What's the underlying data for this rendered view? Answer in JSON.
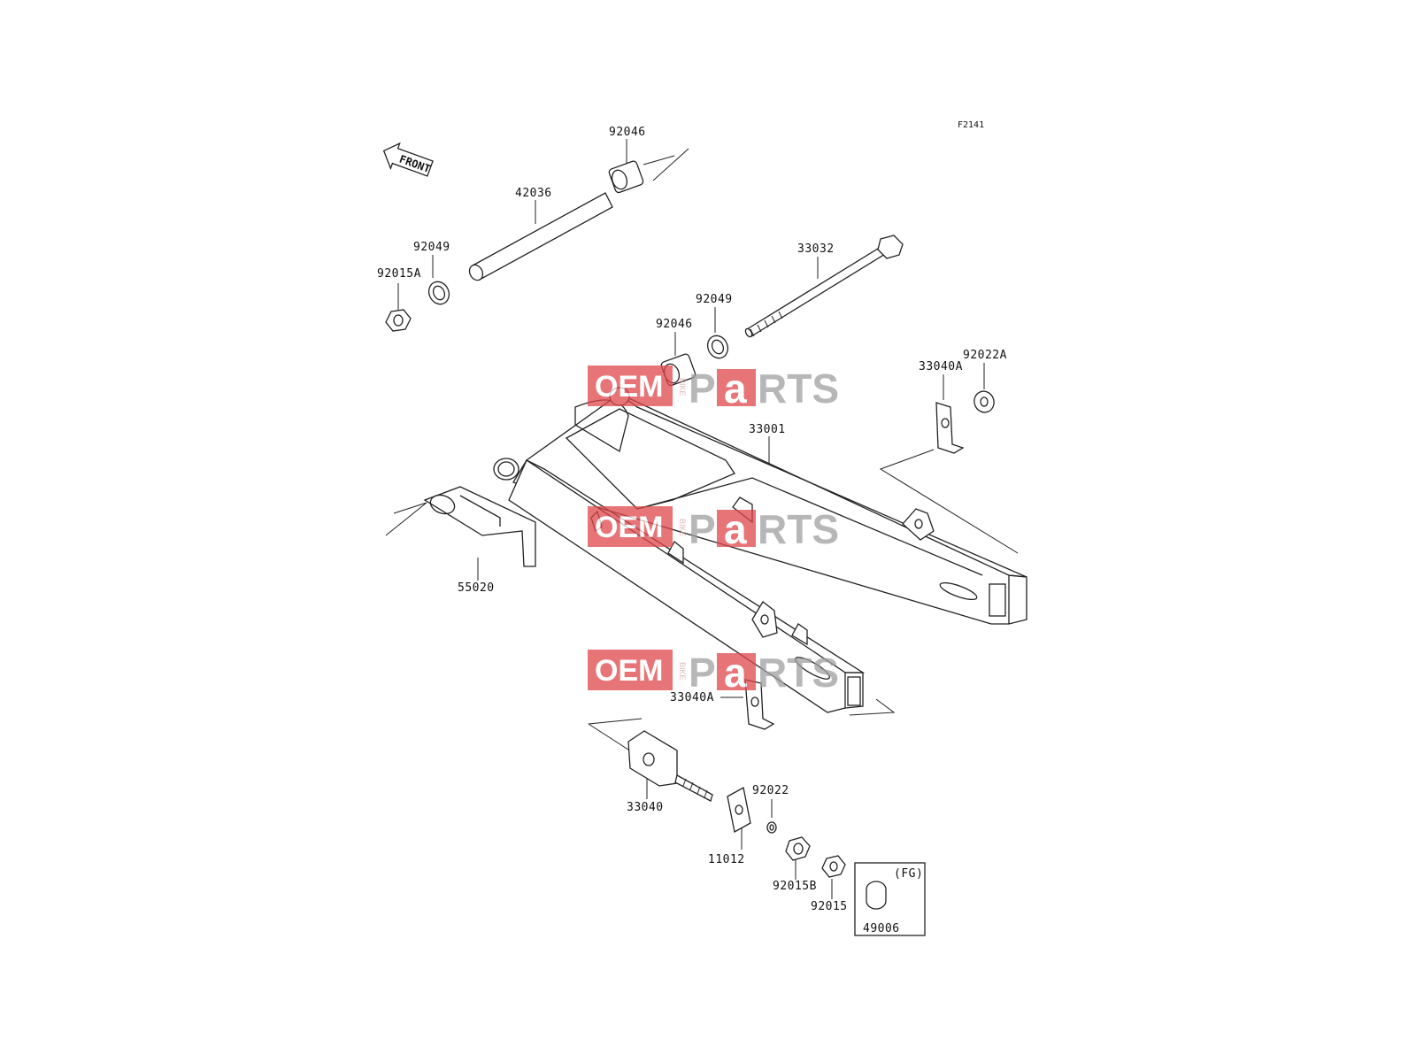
{
  "diagram": {
    "code": "F2141",
    "front_label": "FRONT",
    "parts": [
      {
        "id": "92046-top",
        "label": "92046"
      },
      {
        "id": "42036",
        "label": "42036"
      },
      {
        "id": "92049-left",
        "label": "92049"
      },
      {
        "id": "92015A",
        "label": "92015A"
      },
      {
        "id": "33032",
        "label": "33032"
      },
      {
        "id": "92049-right",
        "label": "92049"
      },
      {
        "id": "92046-mid",
        "label": "92046"
      },
      {
        "id": "33040A-top",
        "label": "33040A"
      },
      {
        "id": "92022A",
        "label": "92022A"
      },
      {
        "id": "33001",
        "label": "33001"
      },
      {
        "id": "55020",
        "label": "55020"
      },
      {
        "id": "33040A-bottom",
        "label": "33040A"
      },
      {
        "id": "33040",
        "label": "33040"
      },
      {
        "id": "92022",
        "label": "92022"
      },
      {
        "id": "11012",
        "label": "11012"
      },
      {
        "id": "92015B",
        "label": "92015B"
      },
      {
        "id": "92015",
        "label": "92015"
      },
      {
        "id": "49006",
        "label": "49006"
      }
    ],
    "fg_box_label": "(FG)"
  },
  "watermark": {
    "oem": "OEM",
    "bike": "BIKE",
    "p": "P",
    "a": "a",
    "rts": "RTS",
    "colors": {
      "red": "#e0474c",
      "gray": "#a0a0a0",
      "pink": "#f3c4c6"
    }
  }
}
